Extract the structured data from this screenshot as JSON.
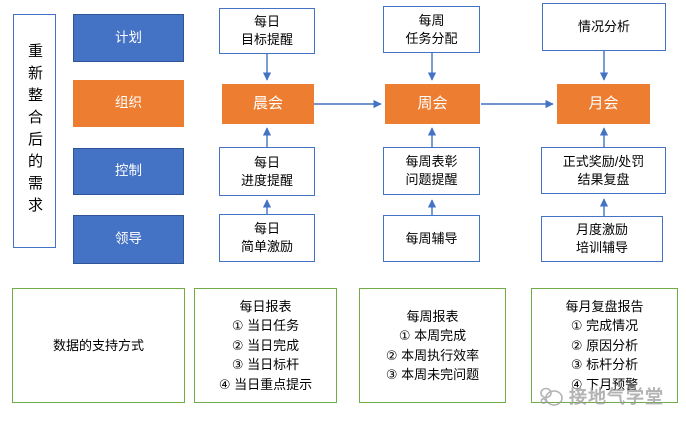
{
  "colors": {
    "blue_fill": "#4472C4",
    "blue_border": "#2F5597",
    "orange_fill": "#ED7D31",
    "white_box_border": "#4472C4",
    "green_border": "#70AD47",
    "arrow": "#4472C4",
    "watermark_gray": "#9a9a9a"
  },
  "requirements_panel": {
    "label": "重新整合后的需求"
  },
  "functions": {
    "plan": "计划",
    "organize": "组织",
    "control": "控制",
    "lead": "领导"
  },
  "flow": {
    "daily": {
      "top": "每日\n目标提醒",
      "meeting": "晨会",
      "mid": "每日\n进度提醒",
      "bottom": "每日\n简单激励"
    },
    "weekly": {
      "top": "每周\n任务分配",
      "meeting": "周会",
      "mid": "每周表彰\n问题提醒",
      "bottom": "每周辅导"
    },
    "monthly": {
      "top": "情况分析",
      "meeting": "月会",
      "mid": "正式奖励/处罚\n结果复盘",
      "bottom": "月度激励\n培训辅导"
    }
  },
  "data_support": {
    "intro": "数据的支持方式",
    "daily_report": {
      "title": "每日报表",
      "items": [
        "① 当日任务",
        "② 当日完成",
        "③ 当日标杆",
        "④ 当日重点提示"
      ]
    },
    "weekly_report": {
      "title": "每周报表",
      "items": [
        "① 本周完成",
        "② 本周执行效率",
        "③ 本周未完问题"
      ]
    },
    "monthly_report": {
      "title": "每月复盘报告",
      "items": [
        "① 完成情况",
        "② 原因分析",
        "③ 标杆分析",
        "④ 下月预警"
      ]
    }
  },
  "watermark": {
    "text": "接地气学堂"
  }
}
